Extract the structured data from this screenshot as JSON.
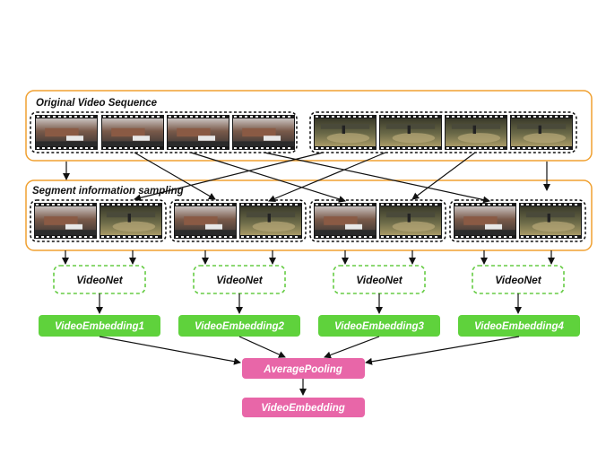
{
  "diagram": {
    "sections": {
      "original": {
        "title": "Original Video Sequence"
      },
      "sampling": {
        "title": "Segment information sampling"
      }
    },
    "videonets": [
      {
        "label": "VideoNet"
      },
      {
        "label": "VideoNet"
      },
      {
        "label": "VideoNet"
      },
      {
        "label": "VideoNet"
      }
    ],
    "embeddings": [
      {
        "label": "VideoEmbedding1"
      },
      {
        "label": "VideoEmbedding2"
      },
      {
        "label": "VideoEmbedding3"
      },
      {
        "label": "VideoEmbedding4"
      }
    ],
    "pooling": {
      "label": "AveragePooling"
    },
    "output": {
      "label": "VideoEmbedding"
    },
    "colors": {
      "section_border": "#f0a030",
      "videonet_border": "#66cc44",
      "embedding_fill": "#5fd23c",
      "pooling_fill": "#e866a8",
      "arrow": "#111111",
      "frame_bg": "#1a1a1a"
    }
  }
}
